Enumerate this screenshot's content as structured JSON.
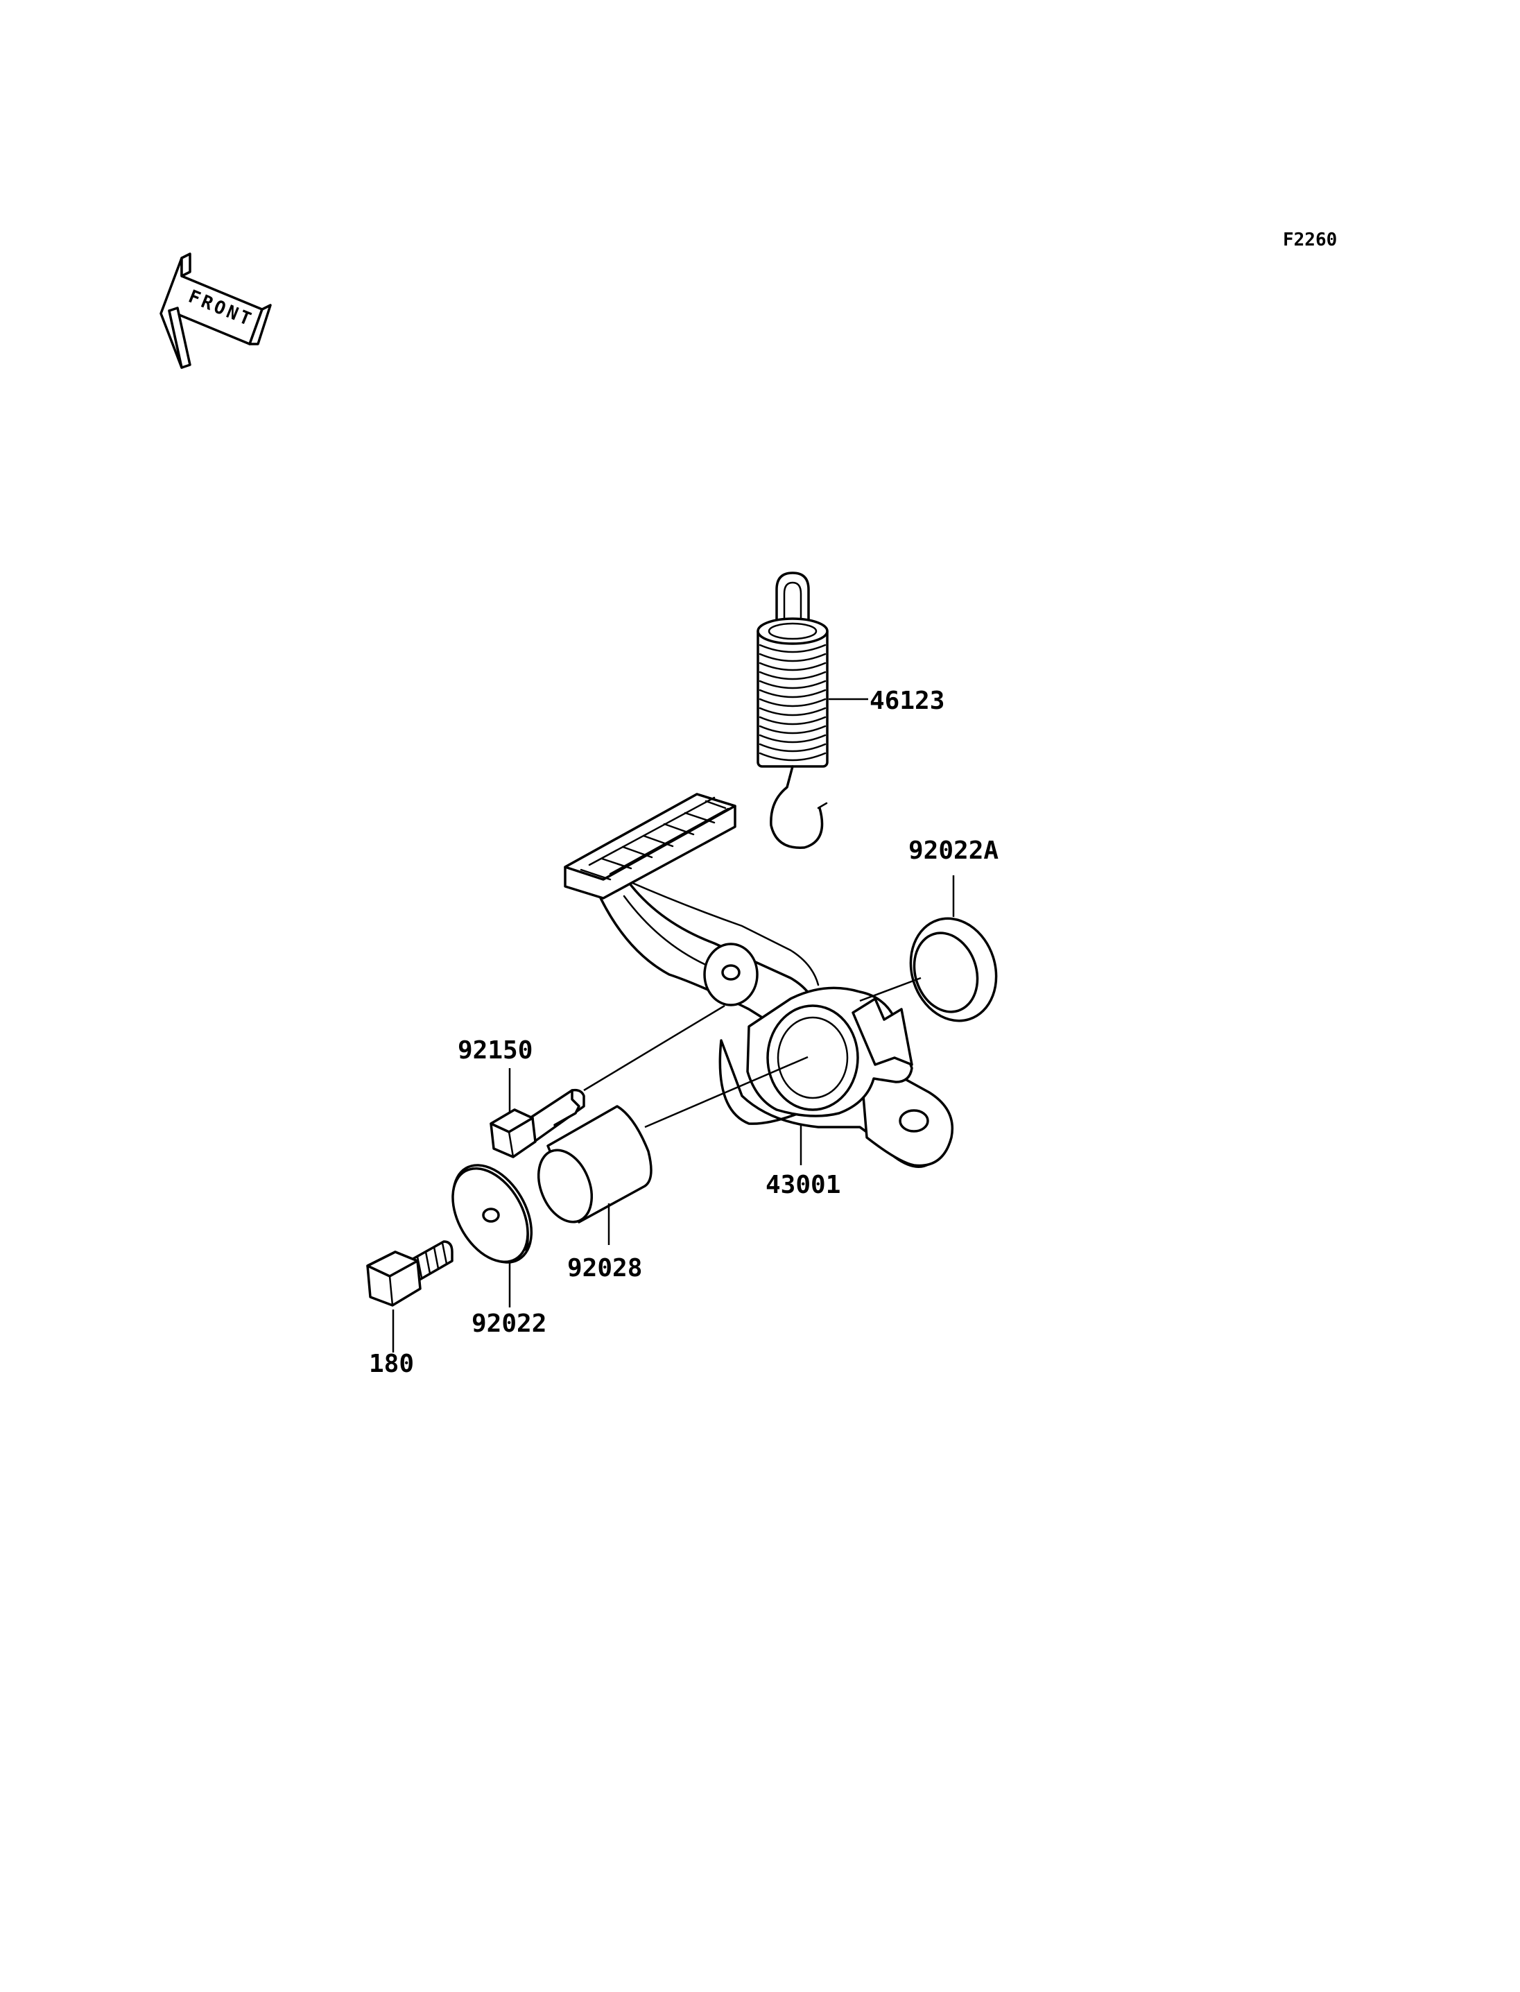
{
  "figure_code": "F2260",
  "front_indicator": "FRONT",
  "callouts": [
    {
      "key": "46123",
      "label": "46123"
    },
    {
      "key": "92022A",
      "label": "92022A"
    },
    {
      "key": "92150",
      "label": "92150"
    },
    {
      "key": "43001",
      "label": "43001"
    },
    {
      "key": "92028",
      "label": "92028"
    },
    {
      "key": "92022",
      "label": "92022"
    },
    {
      "key": "180",
      "label": "180"
    }
  ]
}
